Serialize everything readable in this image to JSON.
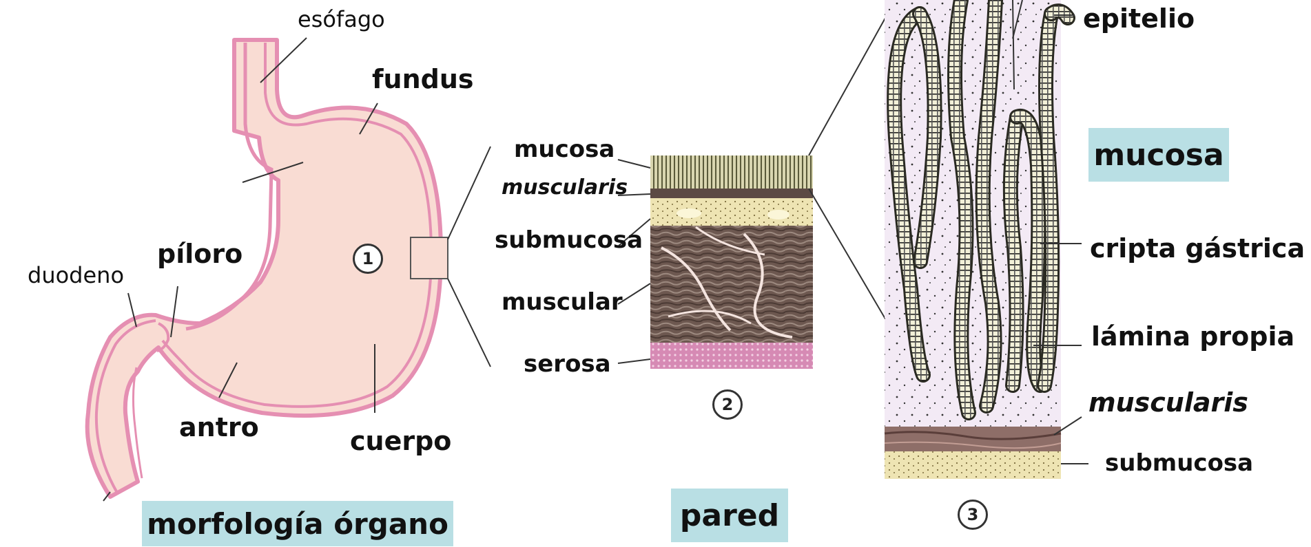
{
  "stomach": {
    "esofago": "esófago",
    "fundus": "fundus",
    "duodeno": "duodeno",
    "piloro": "píloro",
    "antro": "antro",
    "cuerpo": "cuerpo",
    "number": "1"
  },
  "wall": {
    "mucosa": "mucosa",
    "muscularis": "muscularis",
    "submucosa": "submucosa",
    "muscular": "muscular",
    "serosa": "serosa",
    "number": "2"
  },
  "mucosa_detail": {
    "epitelio": "epitelio",
    "cripta": "cripta gástrica",
    "lamina": "lámina propia",
    "muscularis": "muscularis",
    "submucosa": "submucosa",
    "number": "3"
  },
  "boxes": {
    "organo": "morfología órgano",
    "pared": "pared",
    "mucosa": "mucosa"
  },
  "colors": {
    "stomach_fill": "#f9dcd3",
    "stomach_wall": "#e58fb2",
    "label_box": "#b9dfe4"
  }
}
